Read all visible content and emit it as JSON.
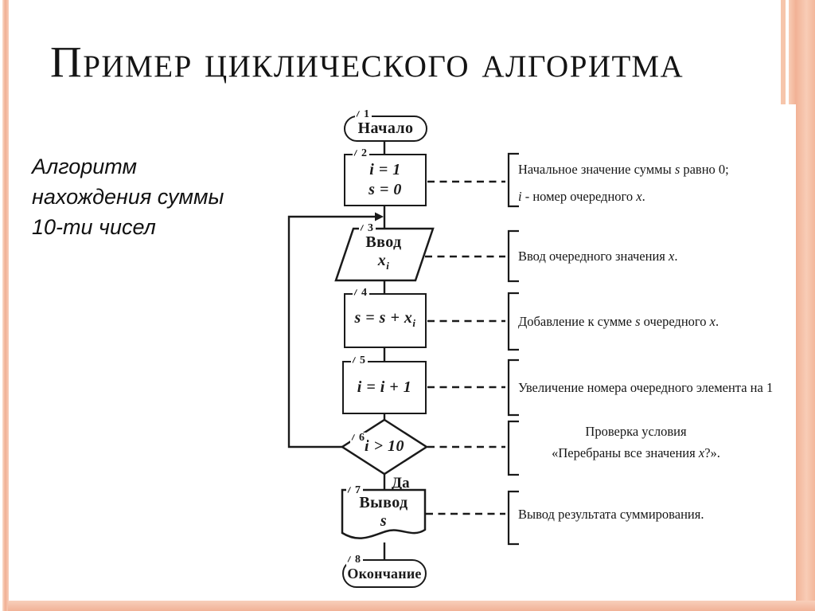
{
  "page": {
    "title": "Пример циклического алгоритма"
  },
  "description": {
    "lines": [
      "Алгоритм",
      "нахождения суммы",
      "10-ти чисел"
    ]
  },
  "colors": {
    "accent_bar": "#f4bfa4",
    "line": "#1a1a1a",
    "background": "#ffffff"
  },
  "flowchart": {
    "blocks": [
      {
        "num": "1",
        "label": "Начало",
        "type": "terminator"
      },
      {
        "num": "2",
        "line1": "i = 1",
        "line2": "s = 0",
        "type": "process"
      },
      {
        "num": "3",
        "label": "Ввод",
        "var_base": "x",
        "var_sub": "i",
        "type": "input"
      },
      {
        "num": "4",
        "expr_base": "s = s + x",
        "expr_sub": "i",
        "type": "process"
      },
      {
        "num": "5",
        "expr": "i = i + 1",
        "type": "process"
      },
      {
        "num": "6",
        "expr": "i > 10",
        "type": "decision"
      },
      {
        "num": "7",
        "label": "Вывод",
        "var": "s",
        "type": "document"
      },
      {
        "num": "8",
        "label": "Окончание",
        "type": "terminator"
      }
    ],
    "branch_yes_label": "Да"
  },
  "annotations": [
    {
      "lines": [
        [
          {
            "t": "Начальное значение суммы "
          },
          {
            "t": "s",
            "i": 1
          },
          {
            "t": " равно 0;"
          }
        ],
        [
          {
            "t": "i",
            "i": 1
          },
          {
            "t": " - номер очередного "
          },
          {
            "t": "x",
            "i": 1
          },
          {
            "t": "."
          }
        ]
      ]
    },
    {
      "lines": [
        [
          {
            "t": "Ввод очередного значения "
          },
          {
            "t": "x",
            "i": 1
          },
          {
            "t": "."
          }
        ]
      ]
    },
    {
      "lines": [
        [
          {
            "t": "Добавление к сумме "
          },
          {
            "t": "s",
            "i": 1
          },
          {
            "t": " очередного "
          },
          {
            "t": "x",
            "i": 1
          },
          {
            "t": "."
          }
        ]
      ]
    },
    {
      "lines": [
        [
          {
            "t": "Увеличение номера очередного элемента на 1"
          }
        ]
      ]
    },
    {
      "lines": [
        [
          {
            "t": "Проверка условия"
          }
        ],
        [
          {
            "t": "«Перебраны все значения "
          },
          {
            "t": "x",
            "i": 1
          },
          {
            "t": "?»."
          }
        ]
      ]
    },
    {
      "lines": [
        [
          {
            "t": "Вывод результата суммирования."
          }
        ]
      ]
    }
  ]
}
